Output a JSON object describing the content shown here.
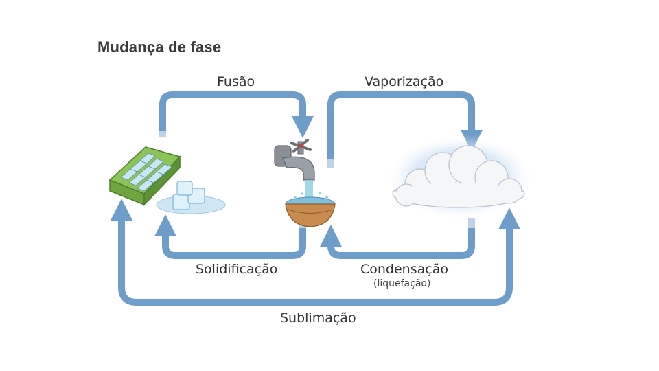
{
  "title": "Mudança de fase",
  "labels": {
    "fusao": "Fusão",
    "vaporizacao": "Vaporização",
    "solidificacao": "Solidificação",
    "condensacao": "Condensação",
    "liquefacao": "(liquefação)",
    "sublimacao": "Sublimação"
  },
  "colors": {
    "arrow": "#6f9dca",
    "ice_tray": "#7fb84a",
    "cloud_glow": "#bcd8f2",
    "faucet": "#8a8f96",
    "bowl": "#b4753f"
  },
  "icons": [
    "ice-tray-icon",
    "ice-cubes-icon",
    "faucet-icon",
    "bowl-icon",
    "cloud-icon"
  ]
}
